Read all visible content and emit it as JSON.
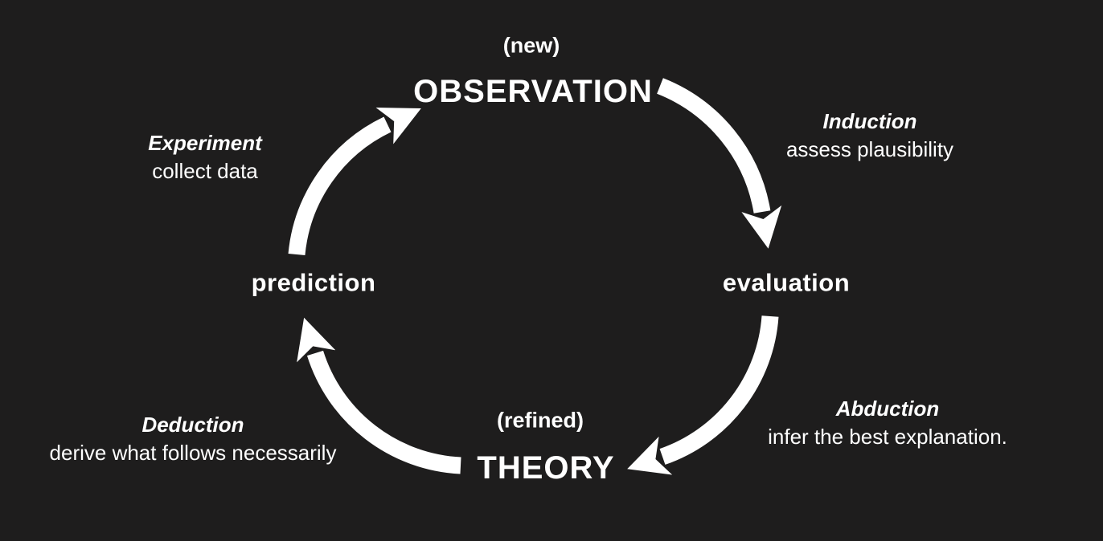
{
  "colors": {
    "background": "#1e1d1d",
    "foreground": "#ffffff"
  },
  "nodes": {
    "observation": {
      "qualifier": "(new)",
      "label": "OBSERVATION"
    },
    "evaluation": {
      "label": "evaluation"
    },
    "theory": {
      "qualifier": "(refined)",
      "label": "THEORY"
    },
    "prediction": {
      "label": "prediction"
    }
  },
  "edges": {
    "induction": {
      "process": "Induction",
      "description": "assess plausibility",
      "from": "observation",
      "to": "evaluation"
    },
    "abduction": {
      "process": "Abduction",
      "description": "infer the best explanation.",
      "from": "evaluation",
      "to": "theory"
    },
    "deduction": {
      "process": "Deduction",
      "description": "derive what follows necessarily",
      "from": "theory",
      "to": "prediction"
    },
    "experiment": {
      "process": "Experiment",
      "description": "collect data",
      "from": "prediction",
      "to": "observation"
    }
  }
}
